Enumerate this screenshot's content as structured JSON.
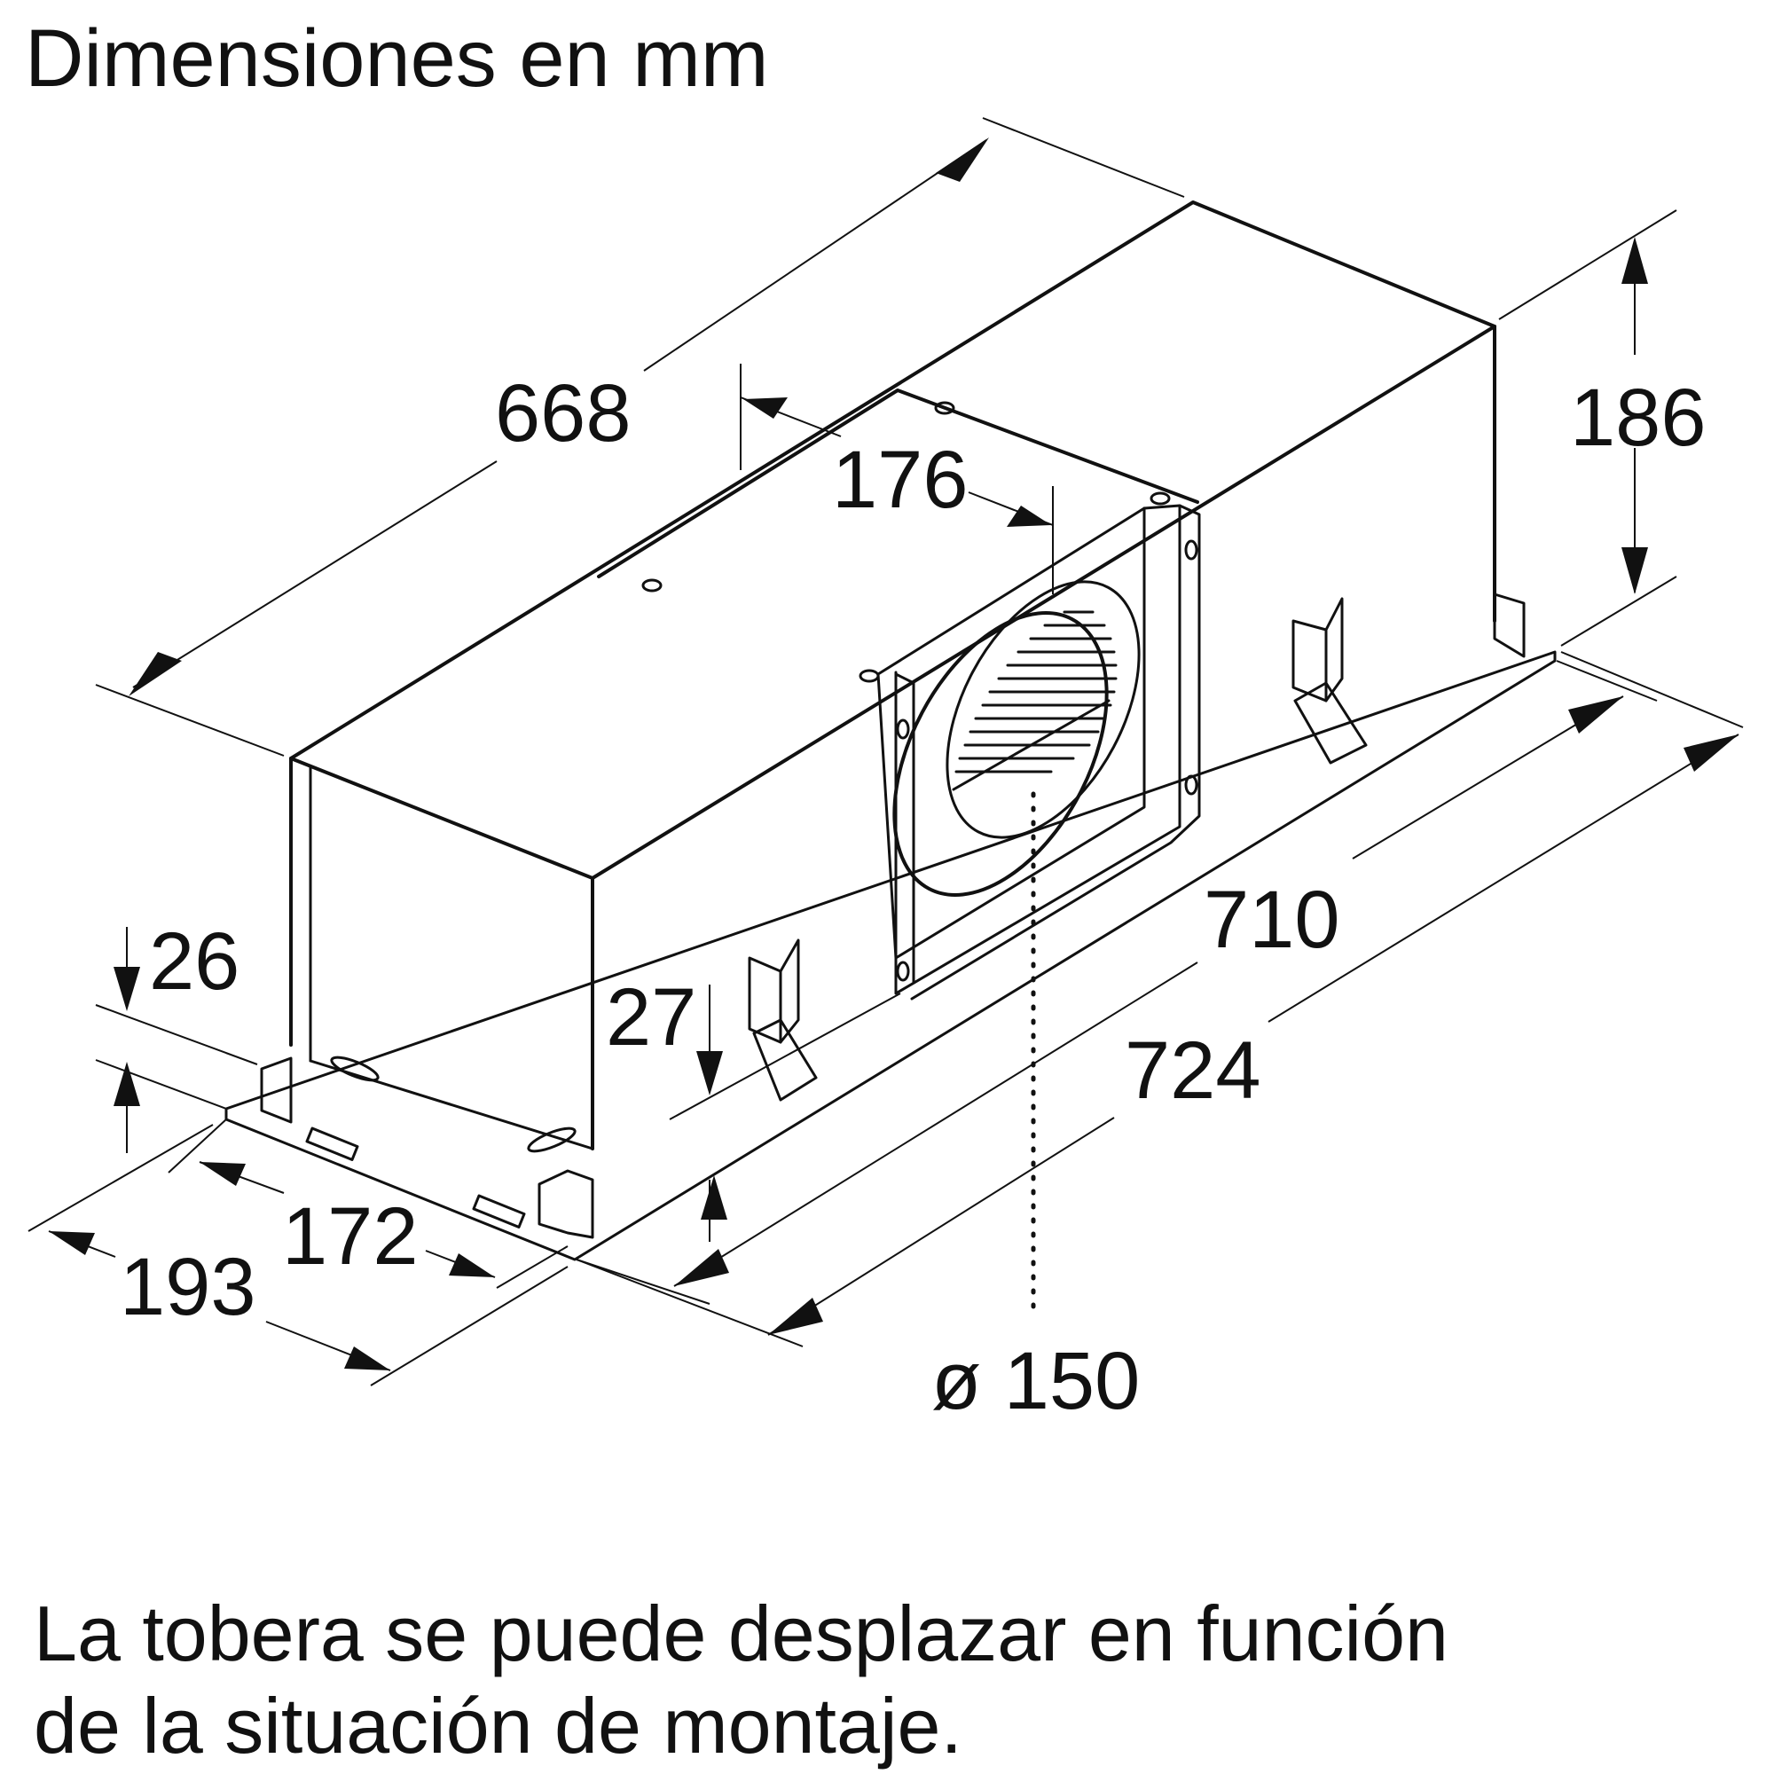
{
  "title": "Dimensiones en mm",
  "dimensions": {
    "length_top": "668",
    "nozzle_offset": "176",
    "height": "186",
    "flange_26": "26",
    "flange_27": "27",
    "length_710": "710",
    "length_724": "724",
    "depth_172": "172",
    "depth_193": "193",
    "diameter": "ø 150"
  },
  "note": {
    "line1": "La tobera se puede desplazar en función",
    "line2": "de la situación de montaje."
  },
  "colors": {
    "ink": "#111111",
    "background": "#ffffff"
  }
}
